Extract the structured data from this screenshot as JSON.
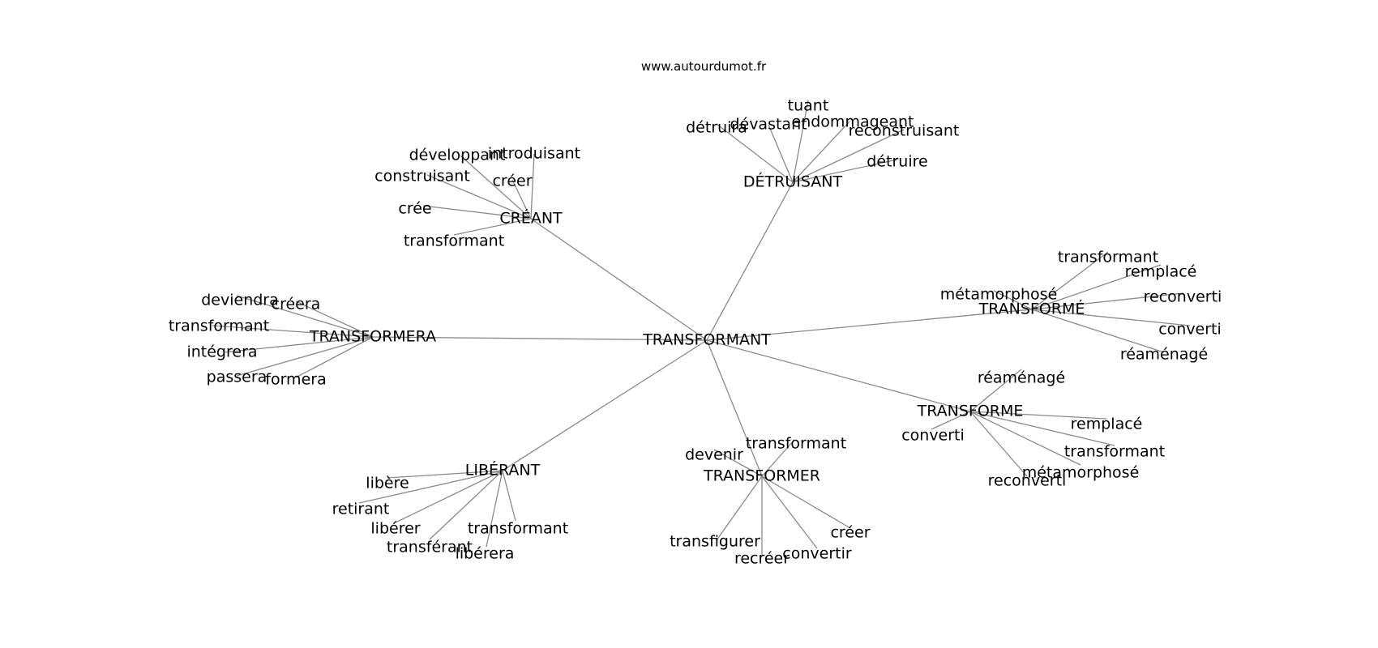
{
  "source": "www.autourdumot.fr",
  "center": "TRANSFORMANT",
  "clusters": [
    {
      "hub": "DÉTRUISANT",
      "words": [
        "détruira",
        "dévastant",
        "tuant",
        "endommageant",
        "reconstruisant",
        "détruire"
      ]
    },
    {
      "hub": "CRÉANT",
      "words": [
        "développant",
        "introduisant",
        "construisant",
        "créer",
        "crée",
        "transformant"
      ]
    },
    {
      "hub": "TRANSFORMÉ",
      "words": [
        "transformant",
        "remplacé",
        "métamorphosé",
        "reconverti",
        "converti",
        "réaménagé"
      ]
    },
    {
      "hub": "TRANSFORMERA",
      "words": [
        "deviendra",
        "créera",
        "transformant",
        "intégrera",
        "passera",
        "formera"
      ]
    },
    {
      "hub": "TRANSFORME",
      "words": [
        "réaménagé",
        "remplacé",
        "converti",
        "transformant",
        "métamorphosé",
        "reconverti"
      ]
    },
    {
      "hub": "TRANSFORMER",
      "words": [
        "transformant",
        "devenir",
        "créer",
        "transfigurer",
        "recréer",
        "convertir"
      ]
    },
    {
      "hub": "LIBÉRANT",
      "words": [
        "libère",
        "retirant",
        "libérer",
        "transférant",
        "libérera",
        "transformant"
      ]
    }
  ]
}
